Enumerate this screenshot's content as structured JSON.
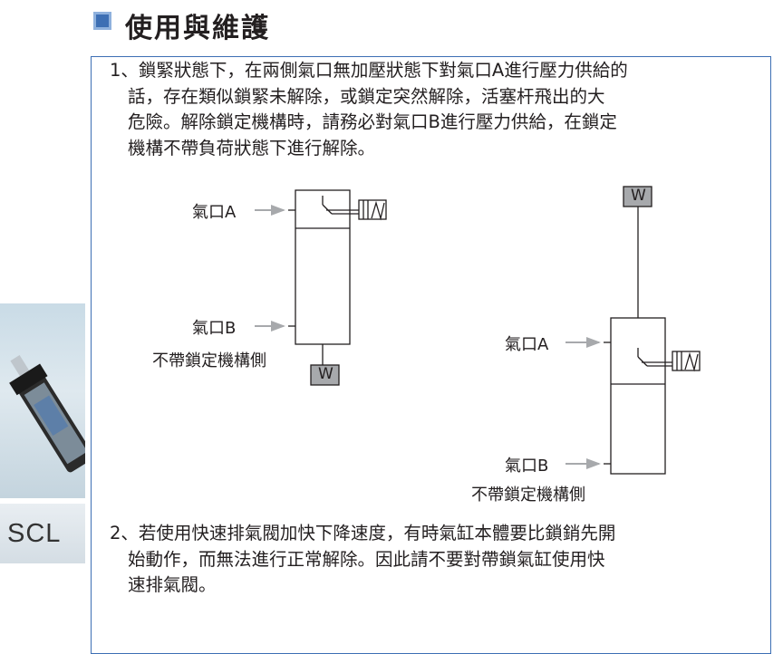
{
  "header": {
    "title": "使用與維護"
  },
  "sidebar": {
    "model": "SCL"
  },
  "instructions": {
    "item1": {
      "lines": [
        "1、鎖緊狀態下，在兩側氣口無加壓狀態下對氣口A進行壓力供給的",
        "話，存在類似鎖緊未解除，或鎖定突然解除，活塞杆飛出的大",
        "危險。解除鎖定機構時，請務必對氣口B進行壓力供給，在鎖定",
        "機構不帶負荷狀態下進行解除。"
      ]
    },
    "item2": {
      "lines": [
        "2、若使用快速排氣閥加快下降速度，有時氣缸本體要比鎖銷先開",
        "始動作，而無法進行正常解除。因此請不要對帶鎖氣缸使用快",
        "速排氣閥。"
      ]
    }
  },
  "diagram_left": {
    "port_a": "氣口A",
    "port_b": "氣口B",
    "caption": "不帶鎖定機構側",
    "weight": "W",
    "spring": "W"
  },
  "diagram_right": {
    "port_a": "氣口A",
    "port_b": "氣口B",
    "caption": "不帶鎖定機構側",
    "weight": "W",
    "spring": "W"
  },
  "colors": {
    "accent": "#3d6fb4",
    "arrow": "#a7a9ac",
    "weight_fill": "#a7a9ac"
  }
}
